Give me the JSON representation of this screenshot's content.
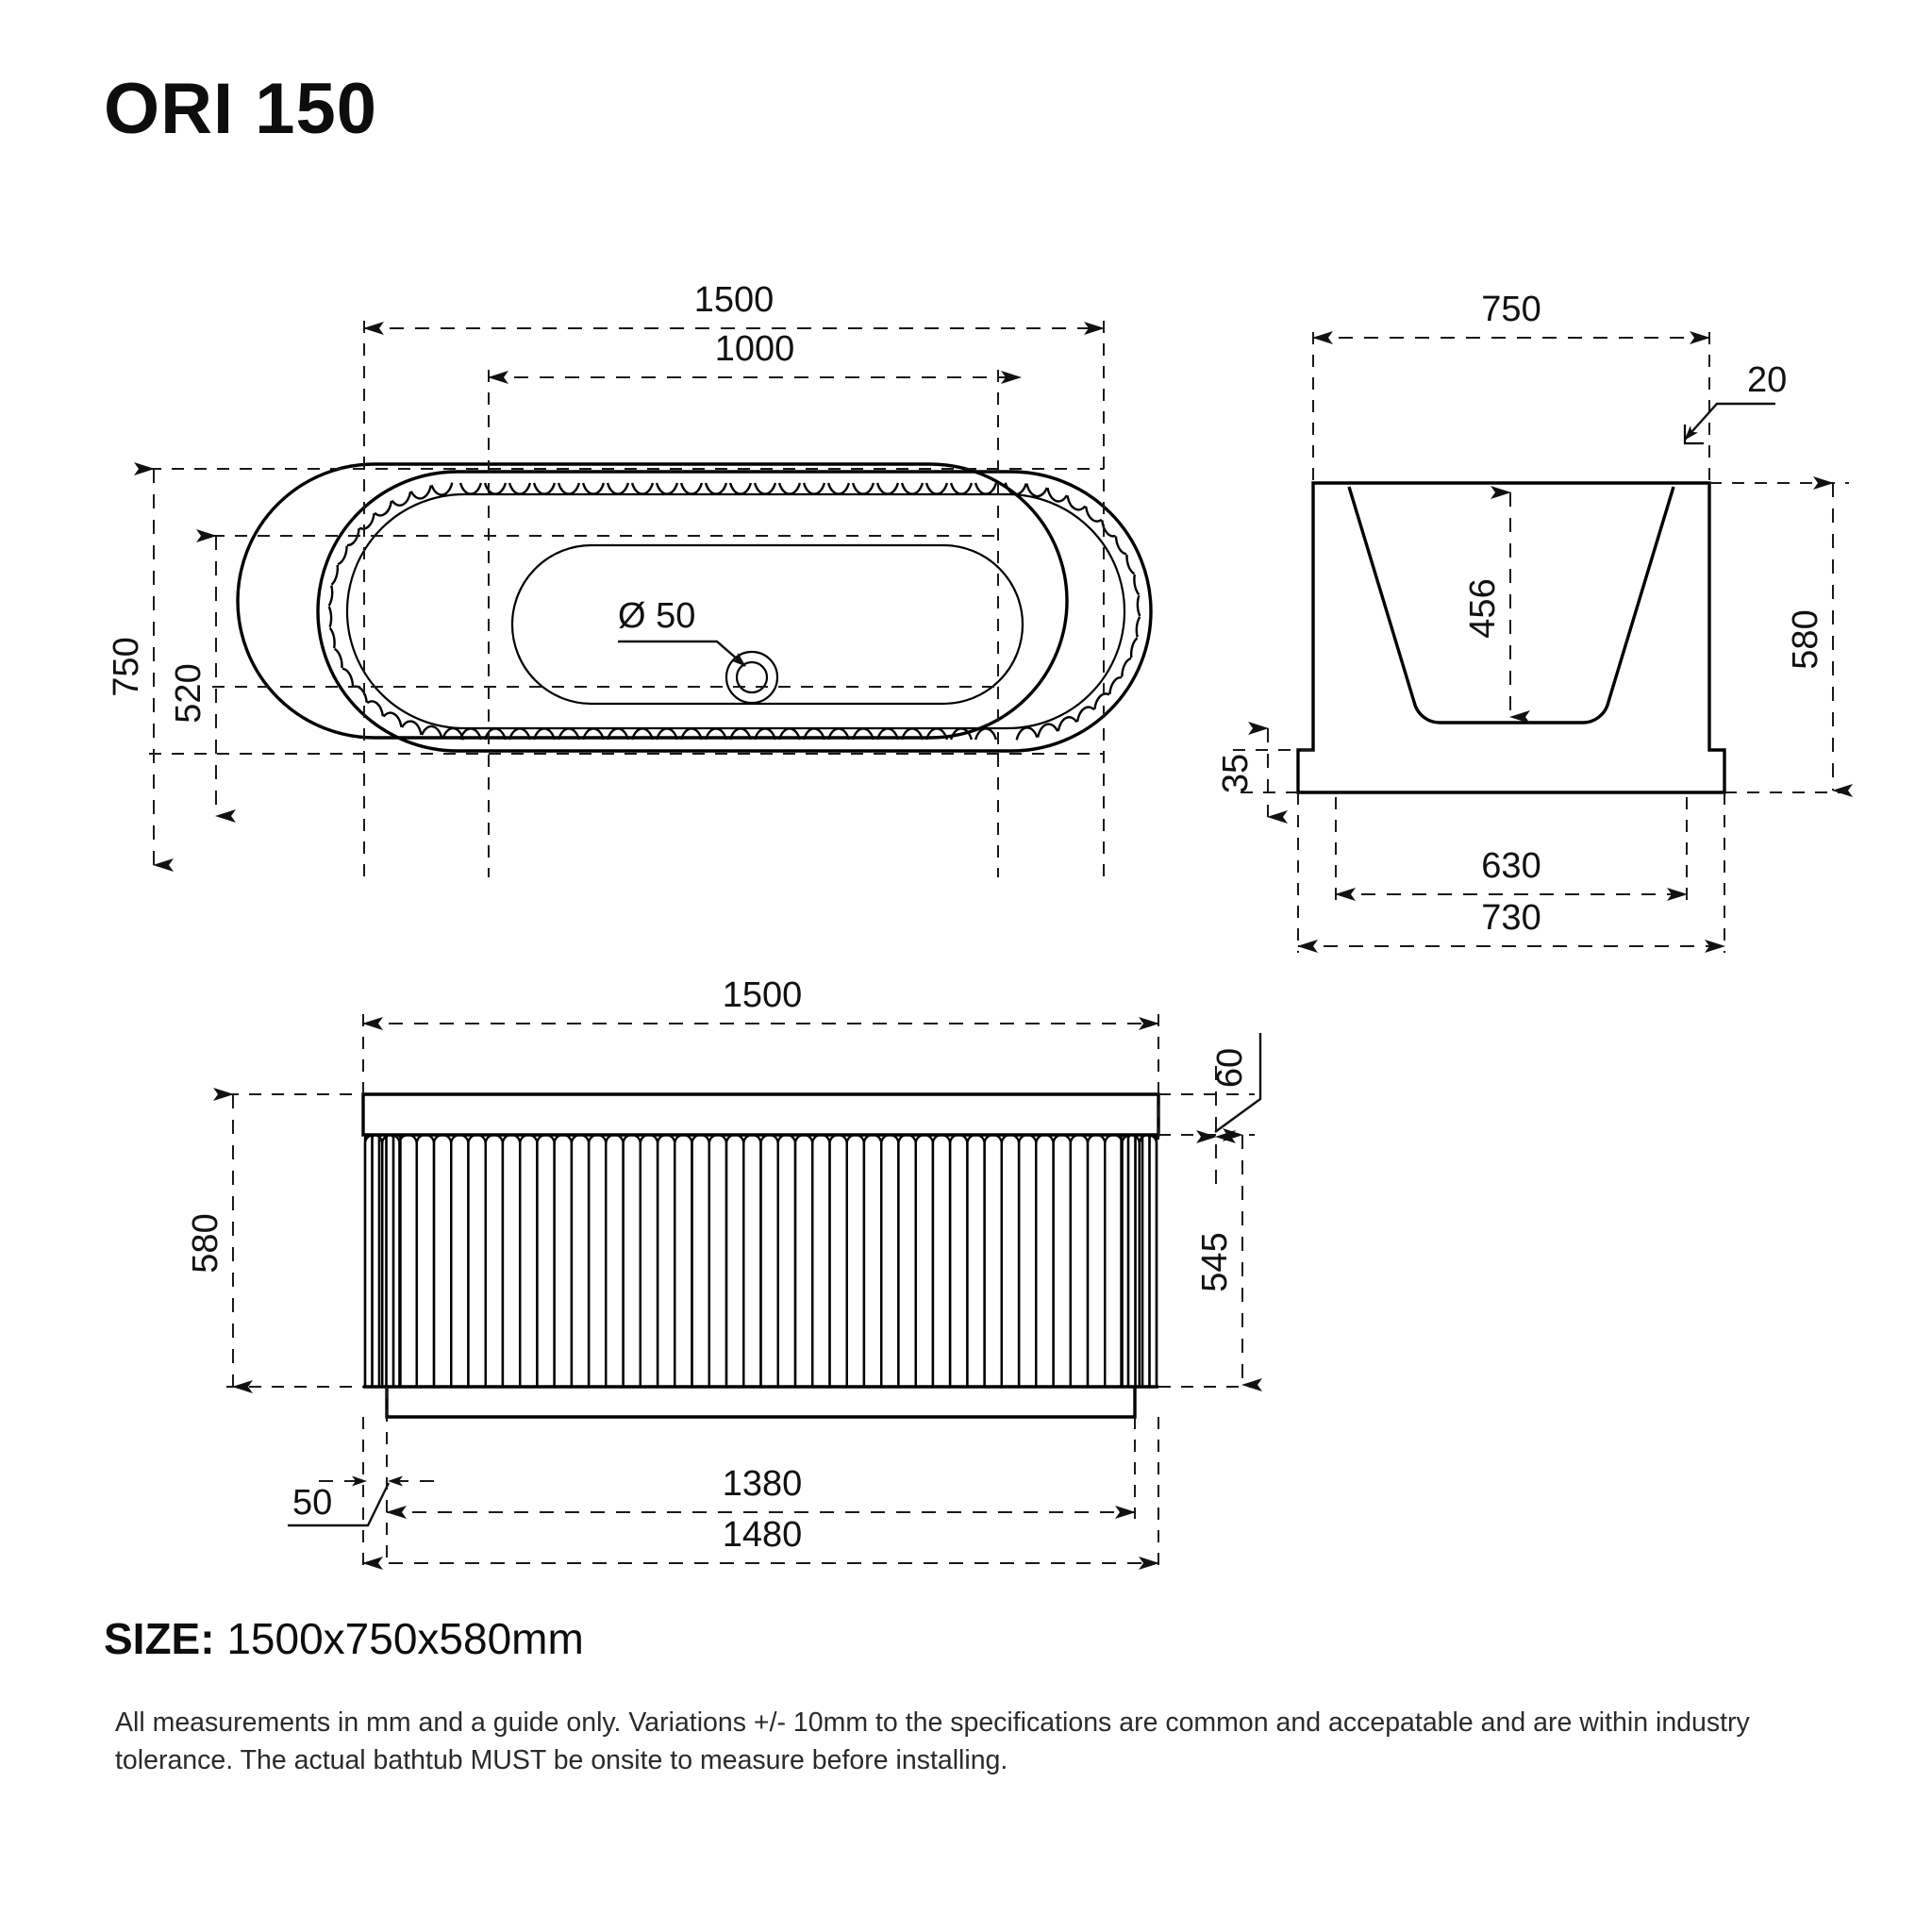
{
  "document": {
    "title": "ORI 150",
    "type": "bathtub-technical-drawing",
    "units_note": "mm"
  },
  "footer": {
    "size_label": "SIZE:",
    "size_value": "1500x750x580mm",
    "disclaimer": "All measurements in mm and a guide only. Variations +/- 10mm to the specifications are common and accepatable and are within industry tolerance. The actual bathtub MUST be onsite to measure before installing."
  },
  "views": {
    "plan": {
      "name": "top-plan-view",
      "dimensions": {
        "overall_length": "1500",
        "inner_length": "1000",
        "overall_width": "750",
        "inner_width": "520",
        "drain": "Ø 50"
      }
    },
    "section": {
      "name": "end-section-view",
      "dimensions": {
        "overall_width": "750",
        "rim_thickness": "20",
        "interior_depth": "456",
        "overall_height": "580",
        "plinth_height": "35",
        "plinth_width": "630",
        "base_width": "730"
      }
    },
    "elevation": {
      "name": "front-elevation-view",
      "dimensions": {
        "overall_length": "1500",
        "rim_band": "60",
        "fluted_height": "545",
        "overall_height": "580",
        "plinth_inset": "50",
        "plinth_length": "1380",
        "base_length": "1480"
      }
    }
  },
  "colors": {
    "line": "#000000",
    "dimension": "#1a1a1a",
    "text": "#111111",
    "background": "#ffffff"
  }
}
